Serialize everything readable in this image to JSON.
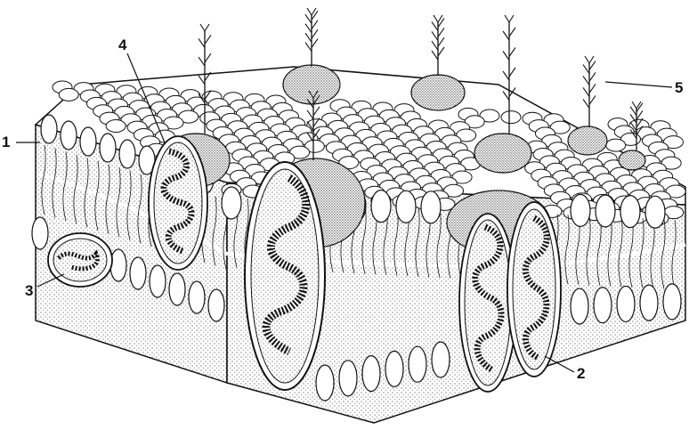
{
  "diagram": {
    "labels": [
      {
        "id": "1",
        "text": "1"
      },
      {
        "id": "2",
        "text": "2"
      },
      {
        "id": "3",
        "text": "3"
      },
      {
        "id": "4",
        "text": "4"
      },
      {
        "id": "5",
        "text": "5"
      }
    ],
    "colors": {
      "ink": "#111111",
      "paper": "#ffffff",
      "stipple": "#555555"
    }
  }
}
